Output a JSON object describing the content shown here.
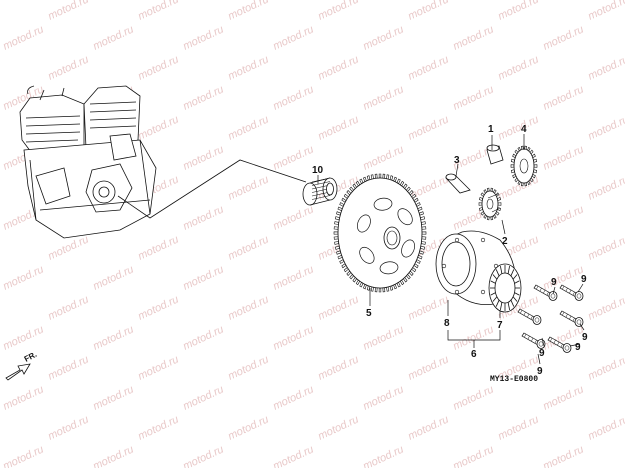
{
  "watermark": {
    "text": "motod.ru"
  },
  "direction_label": "FR.",
  "diagram_code": "MY13-E0800",
  "callouts": [
    "1",
    "2",
    "3",
    "4",
    "5",
    "6",
    "7",
    "8",
    "9",
    "9",
    "9",
    "9",
    "9",
    "9",
    "10"
  ],
  "colors": {
    "line": "#111111",
    "watermark": "#e9c9c9",
    "background": "#ffffff"
  }
}
